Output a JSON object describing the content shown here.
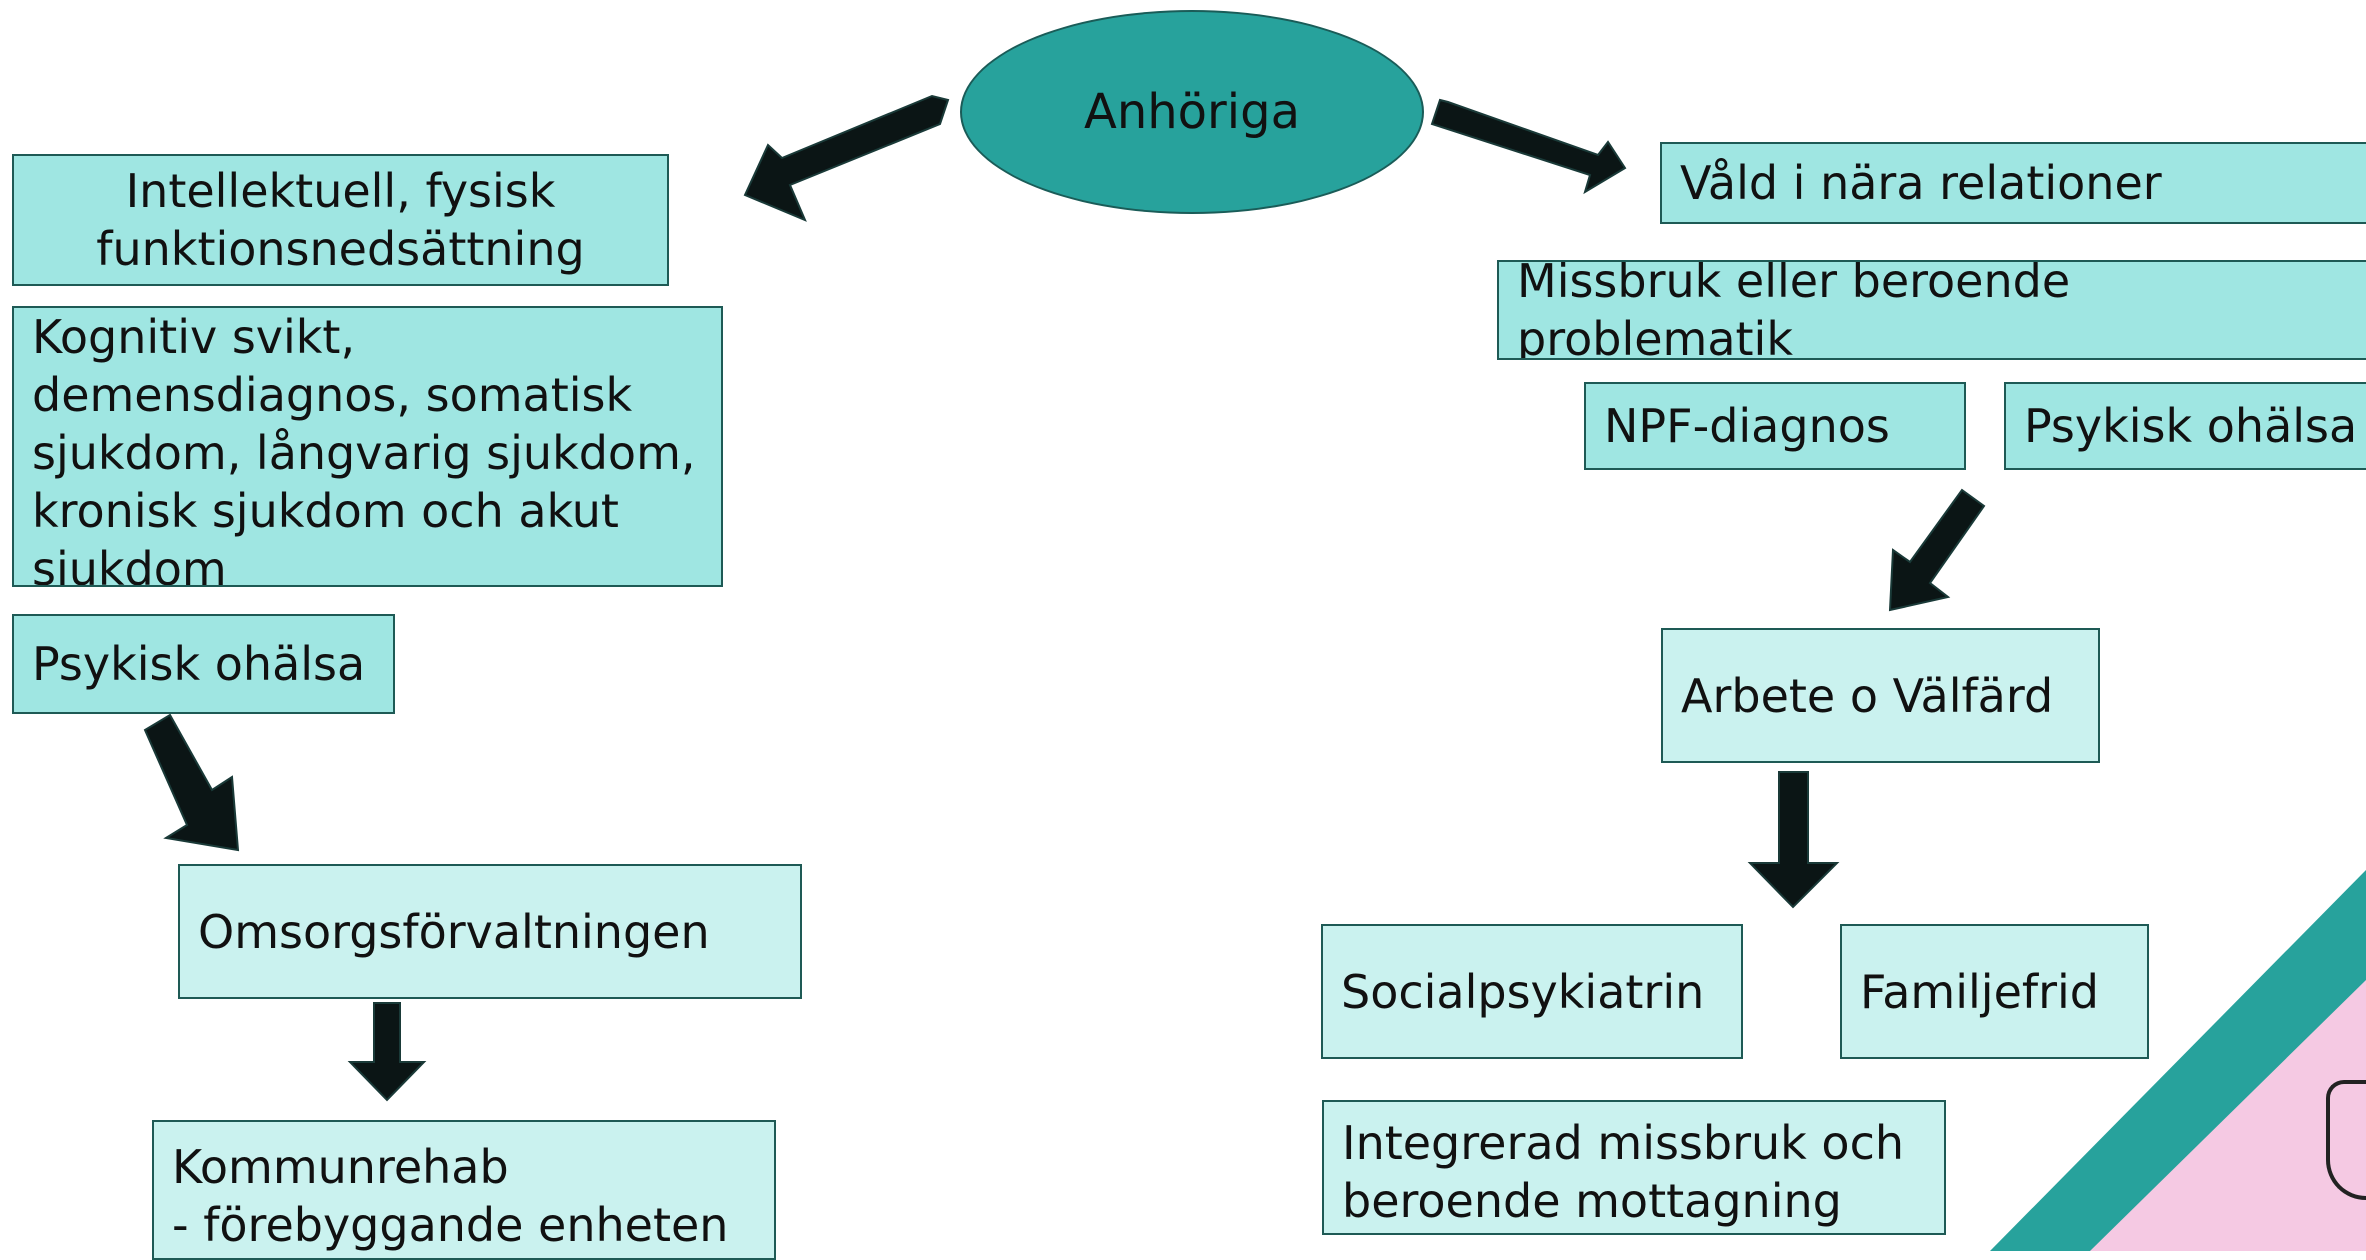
{
  "root": {
    "label": "Anhöriga"
  },
  "left": {
    "groups": [
      "Intellektuell, fysisk funktionsnedsättning",
      "Kognitiv svikt, demensdiagnos, somatisk sjukdom, långvarig sjukdom, kronisk sjukdom och akut sjukdom",
      "Psykisk ohälsa"
    ],
    "omsorg": "Omsorgsförvaltningen",
    "kommunrehab_line1": "Kommunrehab",
    "kommunrehab_line2": "- förebyggande enheten"
  },
  "right": {
    "groups": [
      "Våld i nära relationer",
      "Missbruk eller beroende problematik",
      "NPF-diagnos",
      "Psykisk ohälsa"
    ],
    "arbete": "Arbete o Välfärd",
    "socialpsyk": "Socialpsykiatrin",
    "familjefrid": "Familjefrid",
    "integrerad": "Integrerad missbruk och beroende mottagning"
  },
  "colors": {
    "root_fill": "#27a29c",
    "group_fill": "#9fe6e2",
    "service_fill": "#caf2ef",
    "arrow": "#0b1515",
    "corner_teal": "#27a29c",
    "corner_pink": "#f5c9e3"
  }
}
